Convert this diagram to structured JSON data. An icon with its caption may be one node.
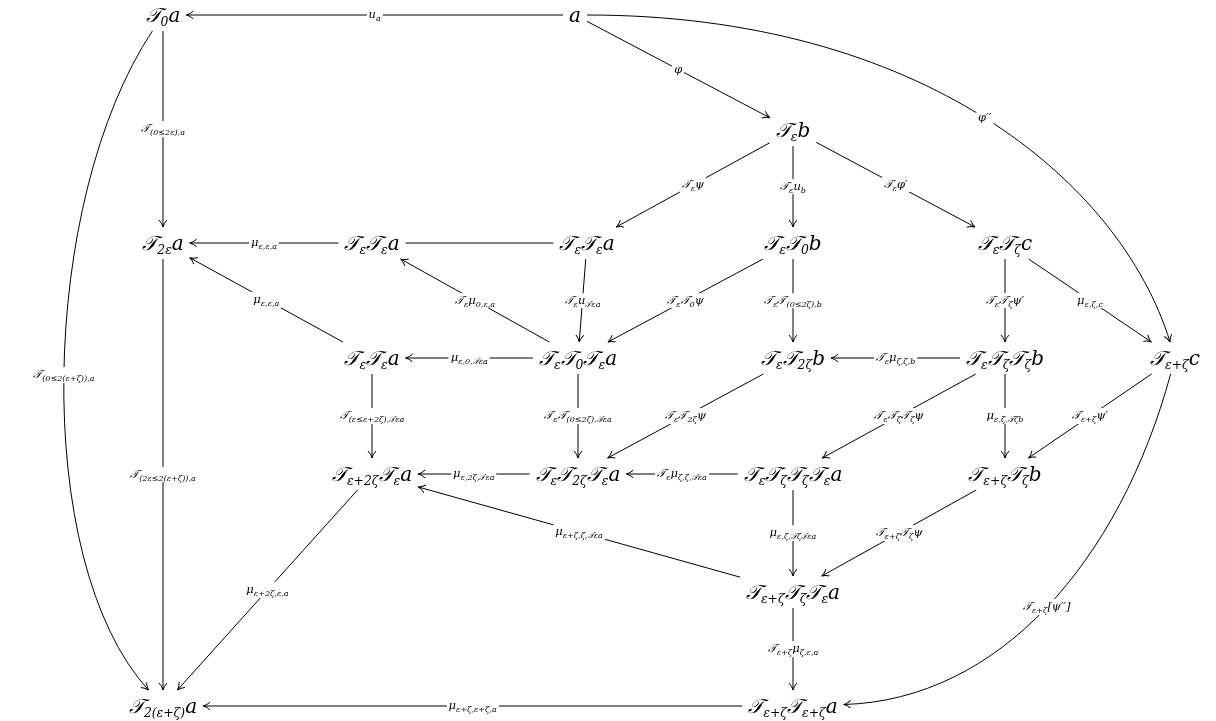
{
  "diagram": {
    "nodes": [
      {
        "text": [
          "𝒯$_{0}$a"
        ]
      },
      {
        "text": [
          "a"
        ]
      },
      {
        "text": [
          "𝒯$_{ε}$b"
        ]
      },
      {
        "text": [
          "𝒯$_{2ε}$a"
        ]
      },
      {
        "text": [
          "𝒯$_{ε}$𝒯$_{ε}$a"
        ]
      },
      {
        "text": [
          "𝒯$_{ε}$𝒯$_{ε}$a"
        ]
      },
      {
        "text": [
          "𝒯$_{ε}$𝒯$_{0}$b"
        ]
      },
      {
        "text": [
          "𝒯$_{ε}$𝒯$_{ζ}$c"
        ]
      },
      {
        "text": [
          "𝒯$_{ε}$𝒯$_{ε}$a"
        ]
      },
      {
        "text": [
          "𝒯$_{ε}$𝒯$_{0}$𝒯$_{ε}$a"
        ]
      },
      {
        "text": [
          "𝒯$_{ε}$𝒯$_{2ζ}$b"
        ]
      },
      {
        "text": [
          "𝒯$_{ε}$𝒯$_{ζ}$𝒯$_{ζ}$b"
        ]
      },
      {
        "text": [
          "𝒯$_{ε+ζ}$c"
        ]
      },
      {
        "text": [
          "𝒯$_{ε+2ζ}$𝒯$_{ε}$a"
        ]
      },
      {
        "text": [
          "𝒯$_{ε}$𝒯$_{2ζ}$𝒯$_{ε}$a"
        ]
      },
      {
        "text": [
          "𝒯$_{ε}$𝒯$_{ζ}$𝒯$_{ζ}$𝒯$_{ε}$a"
        ]
      },
      {
        "text": [
          "𝒯$_{ε+ζ}$𝒯$_{ζ}$b"
        ]
      },
      {
        "text": [
          "𝒯$_{ε+ζ}$𝒯$_{ζ}$𝒯$_{ε}$a"
        ]
      },
      {
        "text": [
          "𝒯$_{2(ε+ζ)}$a"
        ]
      },
      {
        "text": [
          "𝒯$_{ε+ζ}$𝒯$_{ε+ζ}$a"
        ]
      }
    ],
    "edges": [
      {
        "from": 1,
        "to": 0,
        "arrow": "to",
        "label": "u$_{a}$"
      },
      {
        "from": 1,
        "to": 2,
        "arrow": "to",
        "label": "φ"
      },
      {
        "from": 1,
        "to": 12,
        "arrow": "to",
        "label": "φ′′"
      },
      {
        "from": 0,
        "to": 3,
        "arrow": "to",
        "label": "𝒯$_{(0≤2ε),a}$"
      },
      {
        "from": 0,
        "to": 18,
        "arrow": "to",
        "label": "𝒯$_{(0≤2(ε+ζ)),a}$"
      },
      {
        "from": 2,
        "to": 5,
        "arrow": "to",
        "label": "𝒯$_{ε}$ψ"
      },
      {
        "from": 2,
        "to": 6,
        "arrow": "to",
        "label": "𝒯$_{ε}$u$_{b}$"
      },
      {
        "from": 2,
        "to": 7,
        "arrow": "to",
        "label": "𝒯$_{ε}$φ′"
      },
      {
        "from": 4,
        "to": 3,
        "arrow": "to",
        "label": "μ$_{ε,ε,a}$"
      },
      {
        "from": 4,
        "to": 5,
        "arrow": "none"
      },
      {
        "from": 5,
        "to": 9,
        "arrow": "to",
        "label": "𝒯$_{ε}$u$_{𝒯εa}$"
      },
      {
        "from": 6,
        "to": 9,
        "arrow": "to",
        "label": "𝒯$_{ε}$𝒯$_{0}$ψ"
      },
      {
        "from": 6,
        "to": 10,
        "arrow": "to",
        "label": "𝒯$_{ε}$𝒯$_{(0≤2ζ),b}$"
      },
      {
        "from": 7,
        "to": 11,
        "arrow": "to",
        "label": "𝒯$_{ε}$𝒯$_{ζ}$ψ′"
      },
      {
        "from": 7,
        "to": 12,
        "arrow": "to",
        "label": "μ$_{ε,ζ,c}$"
      },
      {
        "from": 8,
        "to": 3,
        "arrow": "to",
        "label": "μ$_{ε,ε,a}$"
      },
      {
        "from": 9,
        "to": 4,
        "arrow": "to",
        "label": "𝒯$_{ε}$μ$_{0,ε,a}$"
      },
      {
        "from": 9,
        "to": 8,
        "arrow": "to",
        "label": "μ$_{ε,0,𝒯εa}$"
      },
      {
        "from": 8,
        "to": 13,
        "arrow": "to",
        "label": "𝒯$_{(ε≤ε+2ζ),𝒯εa}$"
      },
      {
        "from": 9,
        "to": 14,
        "arrow": "to",
        "label": "𝒯$_{ε}$𝒯$_{(0≤2ζ),𝒯εa}$"
      },
      {
        "from": 11,
        "to": 10,
        "arrow": "to",
        "label": "𝒯$_{ε}$μ$_{ζ,ζ,b}$"
      },
      {
        "from": 10,
        "to": 14,
        "arrow": "to",
        "label": "𝒯$_{ε}$𝒯$_{2ζ}$ψ"
      },
      {
        "from": 11,
        "to": 15,
        "arrow": "to",
        "label": "𝒯$_{ε}$𝒯$_{ζ}$𝒯$_{ζ}$ψ"
      },
      {
        "from": 11,
        "to": 16,
        "arrow": "to",
        "label": "μ$_{ε,ζ,𝒯ζb}$"
      },
      {
        "from": 12,
        "to": 16,
        "arrow": "to",
        "label": "𝒯$_{ε+ζ}$ψ′"
      },
      {
        "from": 12,
        "to": 19,
        "arrow": "to",
        "label": "𝒯$_{ε+ζ}$[ψ′′]"
      },
      {
        "from": 3,
        "to": 18,
        "arrow": "to",
        "label": "𝒯$_{(2ε≤2(ε+ζ)),a}$"
      },
      {
        "from": 14,
        "to": 13,
        "arrow": "to",
        "label": "μ$_{ε,2ζ,𝒯εa}$"
      },
      {
        "from": 15,
        "to": 14,
        "arrow": "to",
        "label": "𝒯$_{ε}$μ$_{ζ,ζ,𝒯εa}$"
      },
      {
        "from": 17,
        "to": 13,
        "arrow": "to",
        "label": "μ$_{ε+ζ,ζ,𝒯εa}$"
      },
      {
        "from": 15,
        "to": 17,
        "arrow": "to",
        "label": "μ$_{ε,ζ,𝒯ζ𝒯εa}$"
      },
      {
        "from": 16,
        "to": 17,
        "arrow": "to",
        "label": "𝒯$_{ε+ζ}$𝒯$_{ζ}$ψ"
      },
      {
        "from": 13,
        "to": 18,
        "arrow": "to",
        "label": "μ$_{ε+2ζ,ε,a}$"
      },
      {
        "from": 17,
        "to": 19,
        "arrow": "to",
        "label": "𝒯$_{ε+ζ}$μ$_{ζ,ε,a}$"
      },
      {
        "from": 19,
        "to": 18,
        "arrow": "to",
        "label": "μ$_{ε+ζ,ε+ζ,a}$"
      }
    ]
  }
}
